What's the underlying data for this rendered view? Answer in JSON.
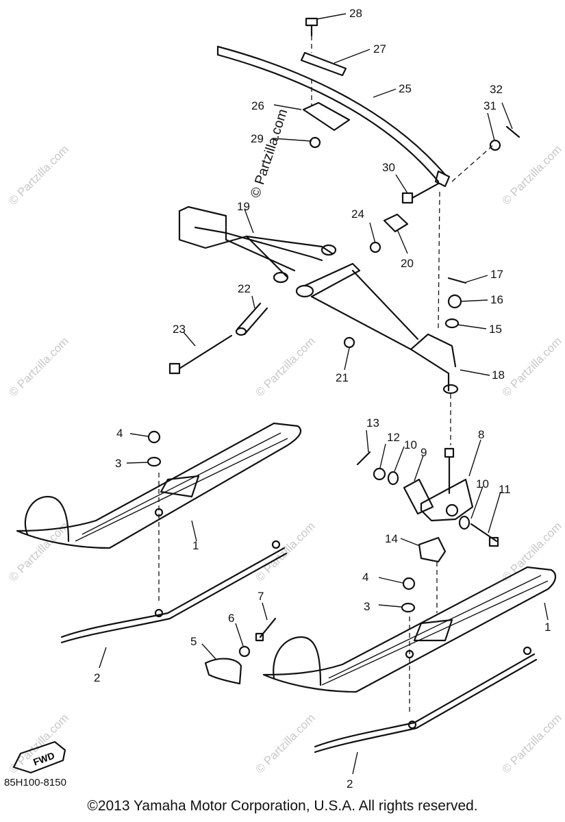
{
  "watermark": "© Partzilla.com",
  "watermark_center": "© Partzilla.com",
  "fwd_label": "FWD",
  "drawing_code": "85H100-8150",
  "copyright": "©2013  Yamaha Motor Corporation, U.S.A. All rights reserved.",
  "callouts": {
    "n28": "28",
    "n27": "27",
    "n25": "25",
    "n26": "26",
    "n29": "29",
    "n31": "31",
    "n32": "32",
    "n30": "30",
    "n24": "24",
    "n20": "20",
    "n19": "19",
    "n17": "17",
    "n16": "16",
    "n15": "15",
    "n22": "22",
    "n23": "23",
    "n21": "21",
    "n18": "18",
    "n13": "13",
    "n12": "12",
    "n10a": "10",
    "n9": "9",
    "n8": "8",
    "n10b": "10",
    "n11": "11",
    "n4a": "4",
    "n3a": "3",
    "n1a": "1",
    "n14": "14",
    "n4b": "4",
    "n3b": "3",
    "n7": "7",
    "n6": "6",
    "n5": "5",
    "n2a": "2",
    "n1b": "1",
    "n2b": "2"
  }
}
